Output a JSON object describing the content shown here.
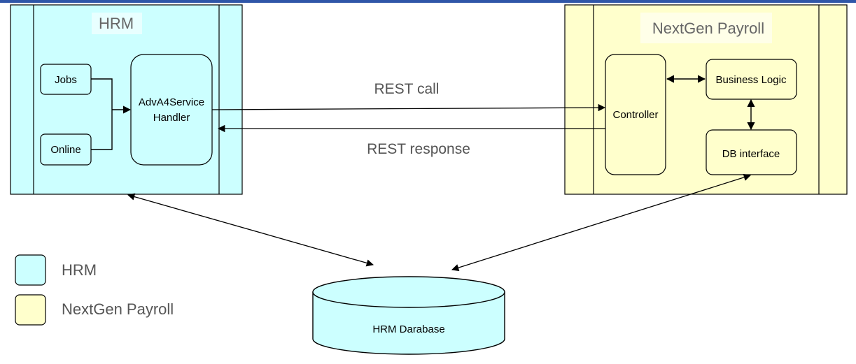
{
  "hrm": {
    "title": "HRM",
    "jobs": "Jobs",
    "online": "Online",
    "handler_line1": "AdvA4Service",
    "handler_line2": "Handler"
  },
  "payroll": {
    "title": "NextGen Payroll",
    "controller": "Controller",
    "business_logic": "Business Logic",
    "db_interface": "DB interface"
  },
  "edges": {
    "rest_call": "REST call",
    "rest_response": "REST response"
  },
  "database": {
    "label": "HRM Darabase"
  },
  "legend": [
    {
      "label": "HRM",
      "color": "#ccffff"
    },
    {
      "label": "NextGen Payroll",
      "color": "#ffffcc"
    }
  ],
  "colors": {
    "hrm_fill": "#ccffff",
    "payroll_fill": "#ffffcc",
    "stroke": "#000000"
  }
}
